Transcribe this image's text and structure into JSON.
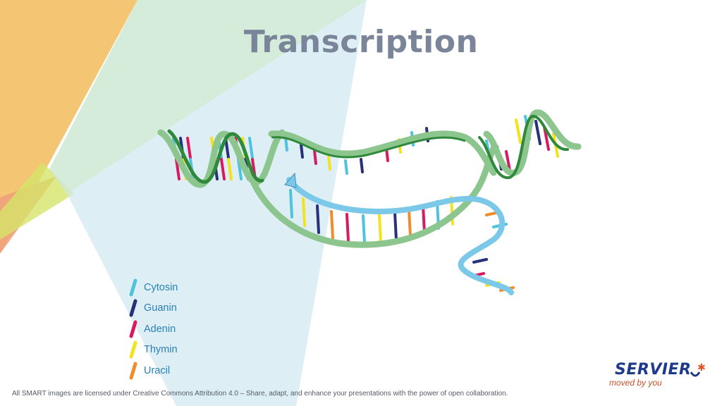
{
  "title": "Transcription",
  "legend": [
    {
      "label": "Cytosin",
      "color": "#4fc3dc"
    },
    {
      "label": "Guanin",
      "color": "#27307a"
    },
    {
      "label": "Adenin",
      "color": "#d81b60"
    },
    {
      "label": "Thymin",
      "color": "#f2e31f"
    },
    {
      "label": "Uracil",
      "color": "#f08c2a"
    }
  ],
  "footer": "All SMART images are licensed under Creative Commons Attribution 4.0 – Share, adapt, and enhance your presentations with the power of open collaboration.",
  "logo": {
    "name": "SERVIER",
    "tagline": "moved by you"
  },
  "colors": {
    "dna_strand": "#8cc68e",
    "dna_strand_dark": "#2e8a3a",
    "rna_strand": "#7cc8e8",
    "title": "#7a8599"
  }
}
